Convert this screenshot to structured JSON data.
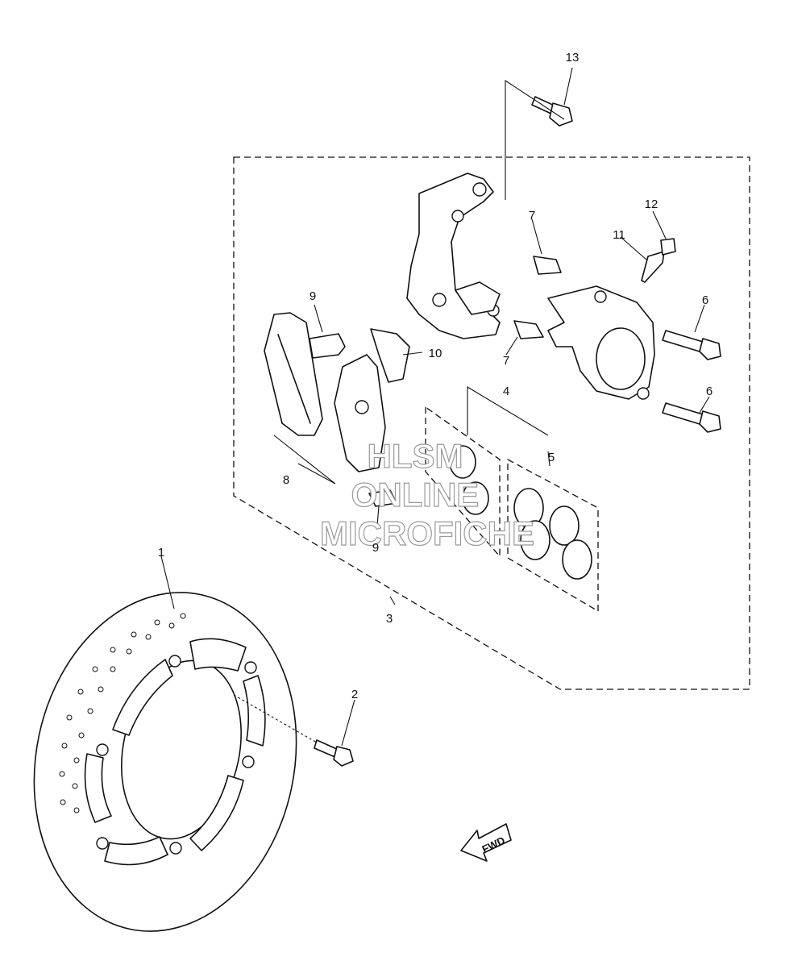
{
  "callouts": [
    {
      "id": "1",
      "text": "1"
    },
    {
      "id": "2",
      "text": "2"
    },
    {
      "id": "3",
      "text": "3"
    },
    {
      "id": "4",
      "text": "4"
    },
    {
      "id": "5",
      "text": "5"
    },
    {
      "id": "6a",
      "text": "6"
    },
    {
      "id": "6b",
      "text": "6"
    },
    {
      "id": "7a",
      "text": "7"
    },
    {
      "id": "7b",
      "text": "7"
    },
    {
      "id": "8",
      "text": "8"
    },
    {
      "id": "9a",
      "text": "9"
    },
    {
      "id": "9b",
      "text": "9"
    },
    {
      "id": "10",
      "text": "10"
    },
    {
      "id": "11",
      "text": "11"
    },
    {
      "id": "12",
      "text": "12"
    },
    {
      "id": "13",
      "text": "13"
    }
  ],
  "watermark": [
    "HLSM",
    "ONLINE",
    "MICROFICHE"
  ],
  "fwd_label": "FWD"
}
